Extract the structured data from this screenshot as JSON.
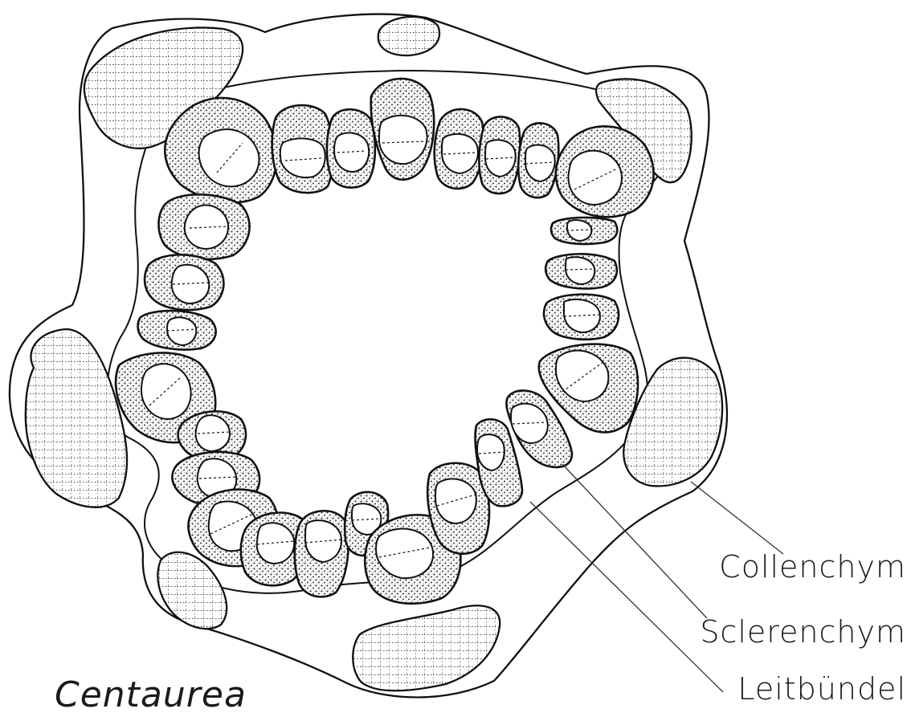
{
  "labels": {
    "collenchym": "Collenchym",
    "sclerenchym": "Sclerenchym",
    "leitbuendel": "Leitbündel",
    "taxon": "Centaurea"
  }
}
